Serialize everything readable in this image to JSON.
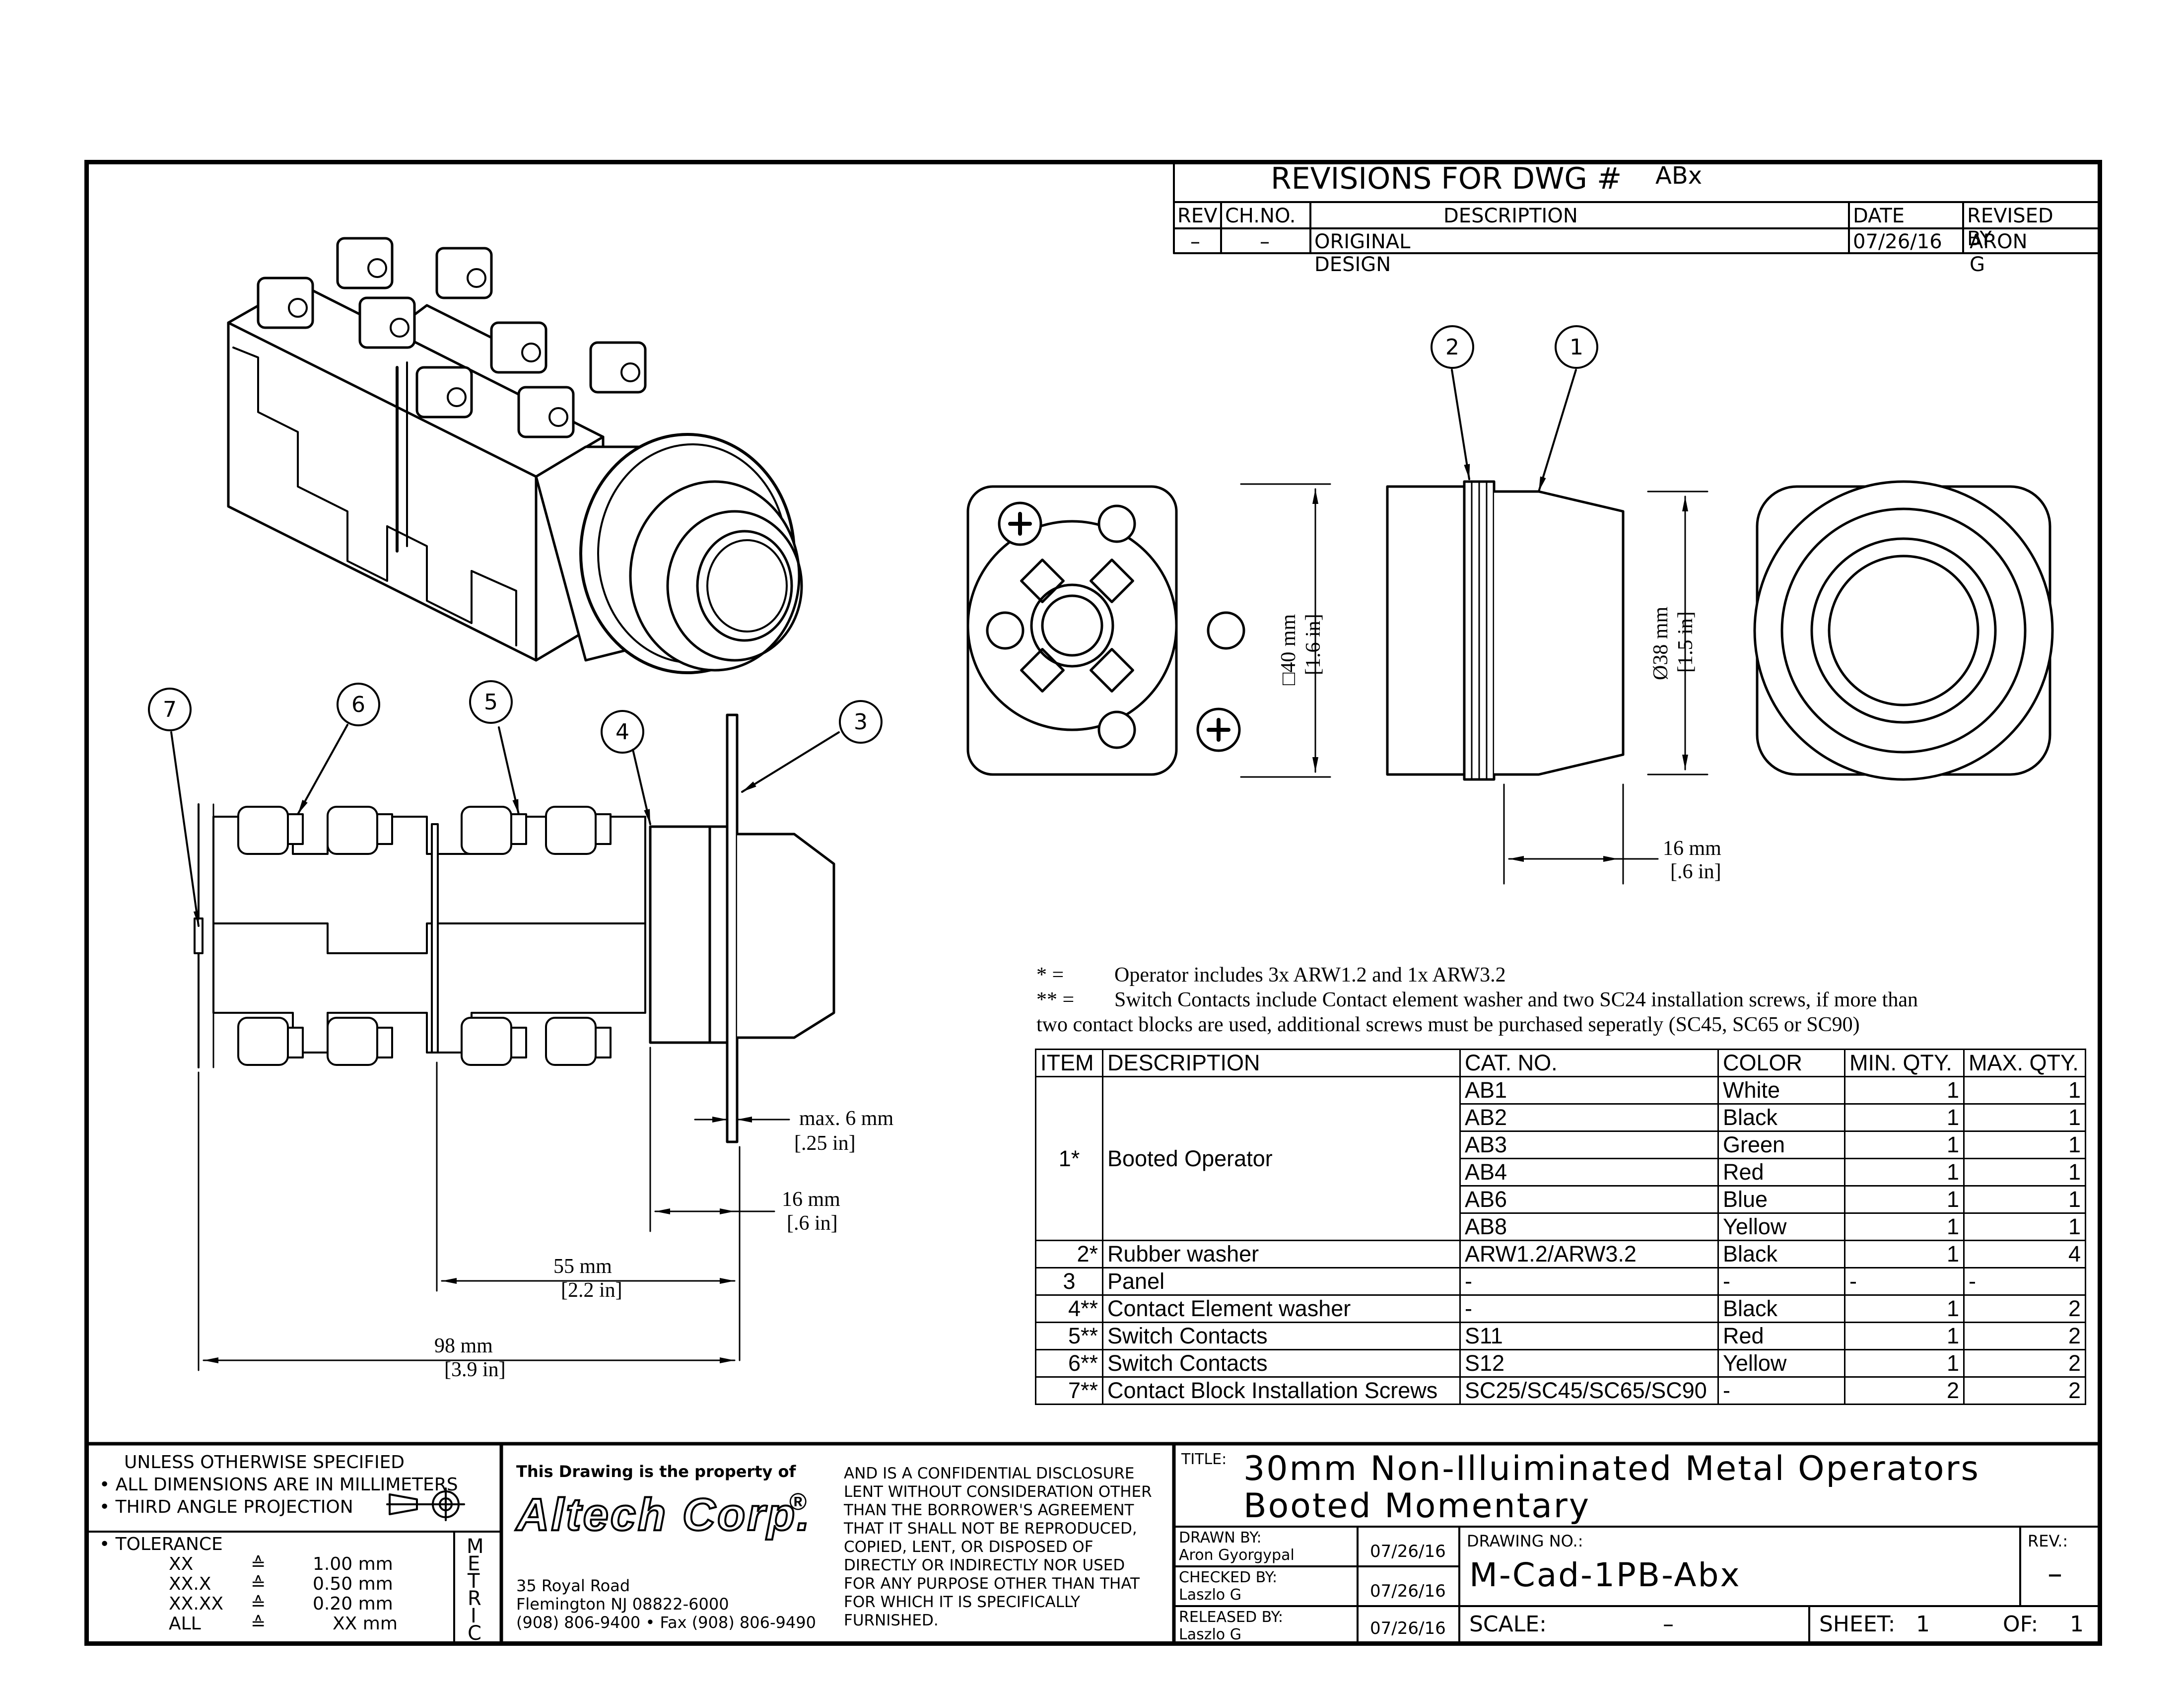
{
  "revisions": {
    "title_prefix": "REVISIONS FOR DWG #",
    "dwg": "ABx",
    "headers": [
      "REV",
      "CH.NO.",
      "DESCRIPTION",
      "DATE",
      "REVISED BY"
    ],
    "row": [
      "–",
      "–",
      "ORIGINAL DESIGN",
      "07/26/16",
      "ARON G"
    ]
  },
  "balloons": [
    "1",
    "2",
    "3",
    "4",
    "5",
    "6",
    "7"
  ],
  "dimensions": {
    "square_mm": "□40 mm",
    "square_in": "[1.6 in]",
    "dia_mm": "Ø38 mm",
    "dia_in": "[1.5 in]",
    "front16_mm": "16 mm",
    "front16_in": "[.6 in]",
    "max6_mm": "max. 6 mm",
    "max6_in": "[.25 in]",
    "side16_mm": "16 mm",
    "side16_in": "[.6 in]",
    "d55_mm": "55 mm",
    "d55_in": "[2.2 in]",
    "d98_mm": "98 mm",
    "d98_in": "[3.9 in]"
  },
  "notes": {
    "n1_mark": "*  =",
    "n1": "Operator includes 3x ARW1.2 and 1x ARW3.2",
    "n2_mark": "** =",
    "n2": "Switch Contacts include Contact element washer and two SC24 installation screws, if more than",
    "n3": "two contact blocks are used, additional screws must be purchased seperatly (SC45, SC65 or SC90)"
  },
  "bom": {
    "headers": [
      "ITEM",
      "DESCRIPTION",
      "CAT. NO.",
      "COLOR",
      "MIN. QTY.",
      "MAX. QTY."
    ],
    "item1": "1*",
    "item1_desc": "Booted Operator",
    "item1_rows": [
      [
        "AB1",
        "White",
        "1",
        "1"
      ],
      [
        "AB2",
        "Black",
        "1",
        "1"
      ],
      [
        "AB3",
        "Green",
        "1",
        "1"
      ],
      [
        "AB4",
        "Red",
        "1",
        "1"
      ],
      [
        "AB6",
        "Blue",
        "1",
        "1"
      ],
      [
        "AB8",
        "Yellow",
        "1",
        "1"
      ]
    ],
    "rows": [
      [
        "2*",
        "Rubber washer",
        "ARW1.2/ARW3.2",
        "Black",
        "1",
        "4"
      ],
      [
        "3",
        "Panel",
        "-",
        "-",
        "-",
        "-"
      ],
      [
        "4**",
        "Contact Element washer",
        "-",
        "Black",
        "1",
        "2"
      ],
      [
        "5**",
        "Switch Contacts",
        "S11",
        "Red",
        "1",
        "2"
      ],
      [
        "6**",
        "Switch Contacts",
        "S12",
        "Yellow",
        "1",
        "2"
      ],
      [
        "7**",
        "Contact Block Installation Screws",
        "SC25/SC45/SC65/SC90",
        "-",
        "2",
        "2"
      ]
    ]
  },
  "titleblock": {
    "unless": "UNLESS OTHERWISE SPECIFIED",
    "all_dims": "• ALL DIMENSIONS ARE IN MILLIMETERS",
    "third_angle": "• THIRD ANGLE PROJECTION",
    "tolerance": "• TOLERANCE",
    "tol_rows": [
      [
        "XX",
        "≙",
        "1.00 mm"
      ],
      [
        "XX.X",
        "≙",
        "0.50 mm"
      ],
      [
        "XX.XX",
        "≙",
        "0.20 mm"
      ],
      [
        "ALL",
        "≙",
        "XX mm"
      ]
    ],
    "metric": [
      "M",
      "E",
      "T",
      "R",
      "I",
      "C"
    ],
    "property": "This Drawing is the property of",
    "company": "Altech Corp.",
    "reg": "®",
    "addr1": "35 Royal Road",
    "addr2": "Flemington NJ 08822-6000",
    "addr3": "(908) 806-9400 • Fax (908) 806-9490",
    "conf": [
      "AND IS A CONFIDENTIAL DISCLOSURE",
      "LENT WITHOUT CONSIDERATION OTHER",
      "THAN THE BORROWER'S AGREEMENT",
      "THAT IT SHALL NOT BE REPRODUCED,",
      "COPIED, LENT, OR DISPOSED OF",
      "DIRECTLY OR INDIRECTLY NOR USED",
      "FOR ANY PURPOSE OTHER THAN THAT",
      "FOR WHICH IT IS SPECIFICALLY",
      "FURNISHED."
    ],
    "title_label": "TITLE:",
    "title1": "30mm Non-Illuiminated Metal Operators",
    "title2": "Booted Momentary",
    "drawn_by_label": "DRAWN BY:",
    "drawn_by": "Aron Gyorgypal",
    "drawn_date": "07/26/16",
    "checked_by_label": "CHECKED BY:",
    "checked_by": "Laszlo G",
    "checked_date": "07/26/16",
    "released_by_label": "RELEASED BY:",
    "released_by": "Laszlo G",
    "released_date": "07/26/16",
    "drawing_no_label": "DRAWING NO.:",
    "drawing_no": "M-Cad-1PB-Abx",
    "rev_label": "REV.:",
    "rev": "–",
    "scale_label": "SCALE:",
    "scale": "–",
    "sheet_label": "SHEET:",
    "sheet": "1",
    "of_label": "OF:",
    "of": "1"
  }
}
